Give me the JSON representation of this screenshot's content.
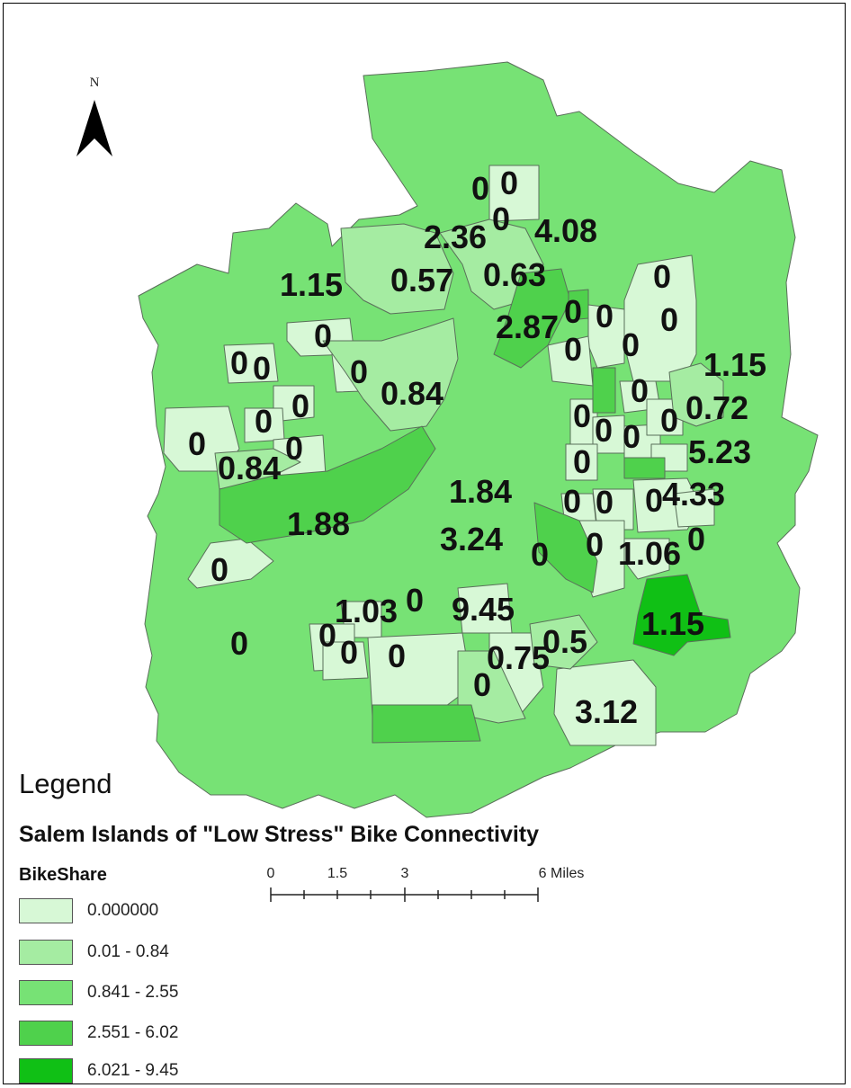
{
  "north_arrow": {
    "letter": "N"
  },
  "legend": {
    "title": "Legend",
    "subtitle": "Salem Islands of \"Low Stress\" Bike Connectivity",
    "field": "BikeShare",
    "classes": [
      {
        "label": "0.000000",
        "color": "#d7f8d6"
      },
      {
        "label": "0.01 - 0.84",
        "color": "#a5eca2"
      },
      {
        "label": "0.841 - 2.55",
        "color": "#77e275"
      },
      {
        "label": "2.551 - 6.02",
        "color": "#4fd14c"
      },
      {
        "label": "6.021 - 9.45",
        "color": "#10c015"
      }
    ]
  },
  "scale_bar": {
    "ticks": [
      "0",
      "1.5",
      "3",
      "6 Miles"
    ]
  },
  "map_labels": [
    "0",
    "0",
    "2.36",
    "0",
    "4.08",
    "1.15",
    "0.57",
    "0.63",
    "0",
    "2.87",
    "0",
    "0",
    "0",
    "0",
    "0",
    "0",
    "0",
    "0",
    "1.15",
    "0",
    "0",
    "0.84",
    "0",
    "0",
    "0.72",
    "0",
    "0",
    "0",
    "0",
    "0",
    "5.23",
    "0",
    "0.84",
    "1.84",
    "0",
    "0",
    "0",
    "0",
    "4.33",
    "1.88",
    "3.24",
    "0",
    "0",
    "1.06",
    "0",
    "0",
    "1.03",
    "0",
    "9.45",
    "1.15",
    "0",
    "0",
    "0",
    "0",
    "0.75",
    "0.5",
    "0",
    "3.12"
  ]
}
